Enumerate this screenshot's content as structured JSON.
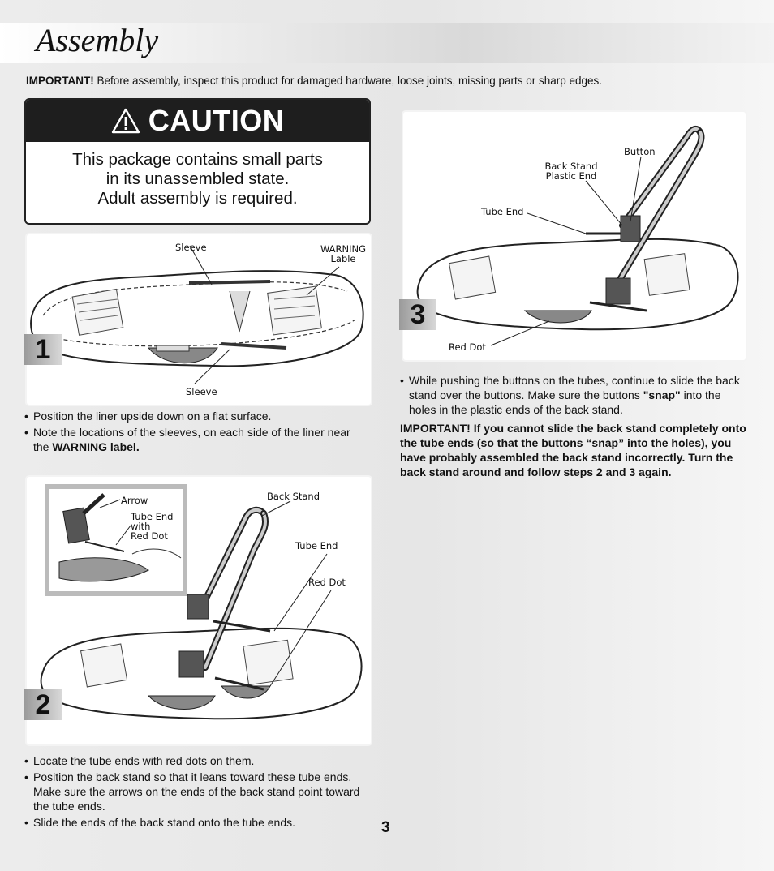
{
  "header": {
    "title": "Assembly"
  },
  "important_intro": {
    "label": "IMPORTANT!",
    "text": " Before assembly, inspect this product for damaged hardware, loose joints, missing parts or sharp edges."
  },
  "caution": {
    "title": "CAUTION",
    "lines": [
      "This package contains small parts",
      "in its unassembled state.",
      "Adult assembly is required."
    ]
  },
  "step1": {
    "number": "1",
    "labels": {
      "sleeve_top": "Sleeve",
      "warning_line1": "WARNING",
      "warning_line2": "Lable",
      "sleeve_bottom": "Sleeve"
    },
    "bullets": [
      {
        "text": "Position the liner upside down on a flat surface."
      },
      {
        "text": "Note the locations of the sleeves, on each side of the liner near the ",
        "bold": "WARNING label."
      }
    ]
  },
  "step2": {
    "number": "2",
    "labels": {
      "arrow": "Arrow",
      "tube_end_with_1": "Tube End",
      "tube_end_with_2": "with",
      "tube_end_with_3": "Red Dot",
      "back_stand": "Back Stand",
      "tube_end": "Tube End",
      "red_dot": "Red Dot"
    },
    "bullets": [
      "Locate the tube ends with red dots on them.",
      "Position the back stand so that it leans toward these tube ends. Make sure the arrows on the ends of the back stand point toward the tube ends.",
      "Slide the ends of the back stand onto the tube ends."
    ]
  },
  "step3": {
    "number": "3",
    "labels": {
      "button": "Button",
      "back_stand_1": "Back Stand",
      "back_stand_2": "Plastic End",
      "tube_end": "Tube End",
      "red_dot": "Red Dot"
    },
    "bullet": {
      "before": "While pushing the buttons on the tubes, continue to slide the back stand over the buttons. Make sure the buttons ",
      "bold": "\"snap\"",
      "after": " into the holes in the plastic ends of the back stand."
    },
    "important": "IMPORTANT! If you cannot slide the back stand completely onto the tube ends (so that the buttons “snap” into the holes), you have probably assembled the back stand incorrectly. Turn the back stand around and follow steps 2 and 3 again."
  },
  "page_number": "3"
}
